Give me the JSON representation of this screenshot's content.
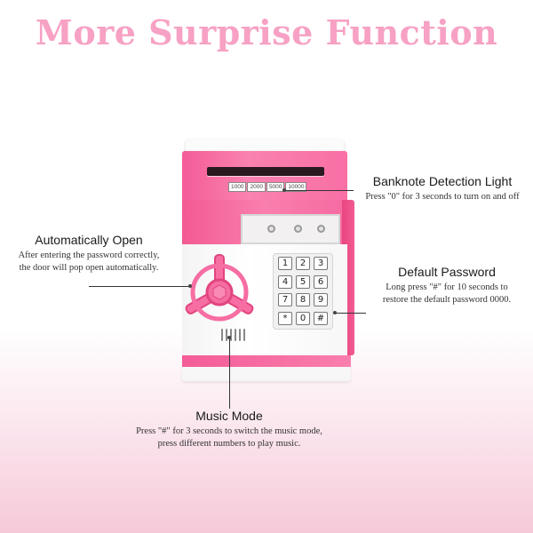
{
  "title": "More Surprise Function",
  "callouts": {
    "auto_open": {
      "head": "Automatically Open",
      "desc_line1": "After entering the password correctly,",
      "desc_line2": "the door will pop open automatically."
    },
    "banknote": {
      "head": "Banknote Detection Light",
      "desc_line1": "Press \"0\" for 3 seconds to turn on and off"
    },
    "password": {
      "head": "Default Password",
      "desc_line1": "Long press \"#\" for 10 seconds to",
      "desc_line2": "restore the default password 0000."
    },
    "music": {
      "head": "Music Mode",
      "desc_line1": "Press \"#\" for 3 seconds to switch the music mode,",
      "desc_line2": "press different numbers to play music."
    }
  },
  "banknotes": [
    "1000",
    "2000",
    "5000",
    "10000"
  ],
  "keypad": [
    "1",
    "2",
    "3",
    "4",
    "5",
    "6",
    "7",
    "8",
    "9",
    "*",
    "0",
    "#"
  ],
  "colors": {
    "title": "#f7a1c4",
    "pink": "#f56ea3",
    "dark_pink": "#e2457f"
  }
}
